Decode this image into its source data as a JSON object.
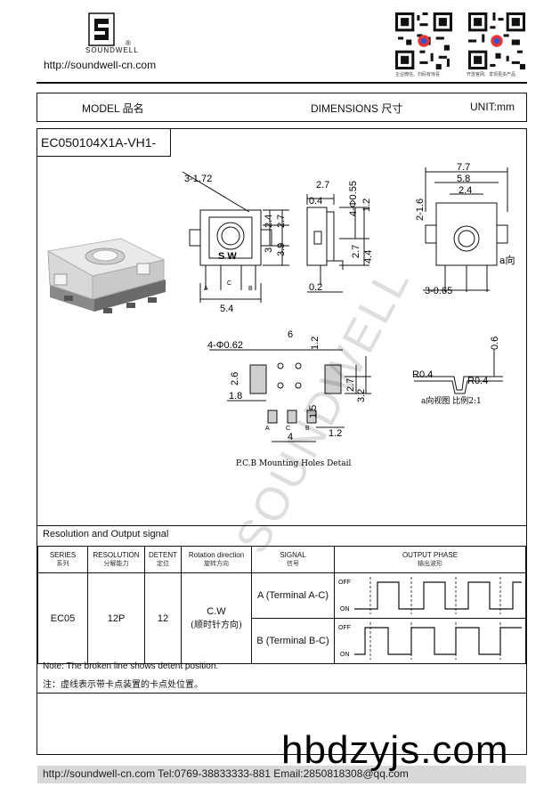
{
  "brand": {
    "name": "SOUNDWELL",
    "registered": "®",
    "url": "http://soundwell-cn.com"
  },
  "qr": [
    {
      "caption": "企业微信、扫码有惊喜"
    },
    {
      "caption": "开放官网、发现更多产品"
    }
  ],
  "header": {
    "model_label": "MODEL 品名",
    "dimensions_label": "DIMENSIONS 尺寸",
    "unit_label": "UNIT:mm"
  },
  "model_code": "EC050104X1A-VH1-",
  "drawing": {
    "front": {
      "d_angle": "3-1.72",
      "d1": "2.4",
      "d2": "2.7",
      "d3": "3",
      "d4": "3.9",
      "d5": "5.4",
      "label_sw": "S W",
      "pins": [
        "A",
        "C",
        "B"
      ]
    },
    "side": {
      "d1": "2.7",
      "d2": "0.4",
      "d3": "4-Φ0.55",
      "d4": "1.2",
      "d5": "2.7",
      "d6": "4.4",
      "d7": "0.2"
    },
    "top": {
      "d1": "7.7",
      "d2": "5.8",
      "d3": "2.4",
      "d4": "2-1.6",
      "d5": "3-0.65",
      "view_label": "a向"
    },
    "pcb": {
      "holes": "4-Φ0.62",
      "d1": "6",
      "d2": "1.2",
      "d3": "2.6",
      "d4": "1.8",
      "d5": "2.7",
      "d6": "3.2",
      "d7": "1.5",
      "d8": "4",
      "d9": "1.2",
      "pins": [
        "A",
        "C",
        "B"
      ],
      "caption": "P.C.B  Mounting Holes Detail"
    },
    "detail": {
      "d1": "0.6",
      "r1": "R0.4",
      "r2": "R0.4",
      "caption": "a向视图 比例2:1"
    }
  },
  "section_title": "Resolution and Output signal",
  "table": {
    "headers": [
      {
        "en": "SERIES",
        "cn": "系列"
      },
      {
        "en": "RESOLUTION",
        "cn": "分解能力"
      },
      {
        "en": "DETENT",
        "cn": "定位"
      },
      {
        "en": "Rotation direction",
        "cn": "旋转方向"
      },
      {
        "en": "SIGNAL",
        "cn": "信号"
      },
      {
        "en": "OUTPUT PHASE",
        "cn": "输出波形"
      }
    ],
    "row": {
      "series": "EC05",
      "resolution": "12P",
      "detent": "12",
      "rotation": "C.W",
      "rotation_cn": "(顺时针方向)",
      "signal_a": "A (Terminal A-C)",
      "signal_b": "B (Terminal B-C)",
      "off": "OFF",
      "on": "ON"
    }
  },
  "notes": {
    "en": "Note: The broken line shows detent position.",
    "cn": "注：虚线表示带卡点装置的卡点处位置。"
  },
  "footer": "http://soundwell-cn.com   Tel:0769-38833333-881   Email:2850818308@qq.com",
  "watermark": {
    "diagonal": "SOUNDWELL",
    "overlay": "hbdzyjs.com"
  }
}
